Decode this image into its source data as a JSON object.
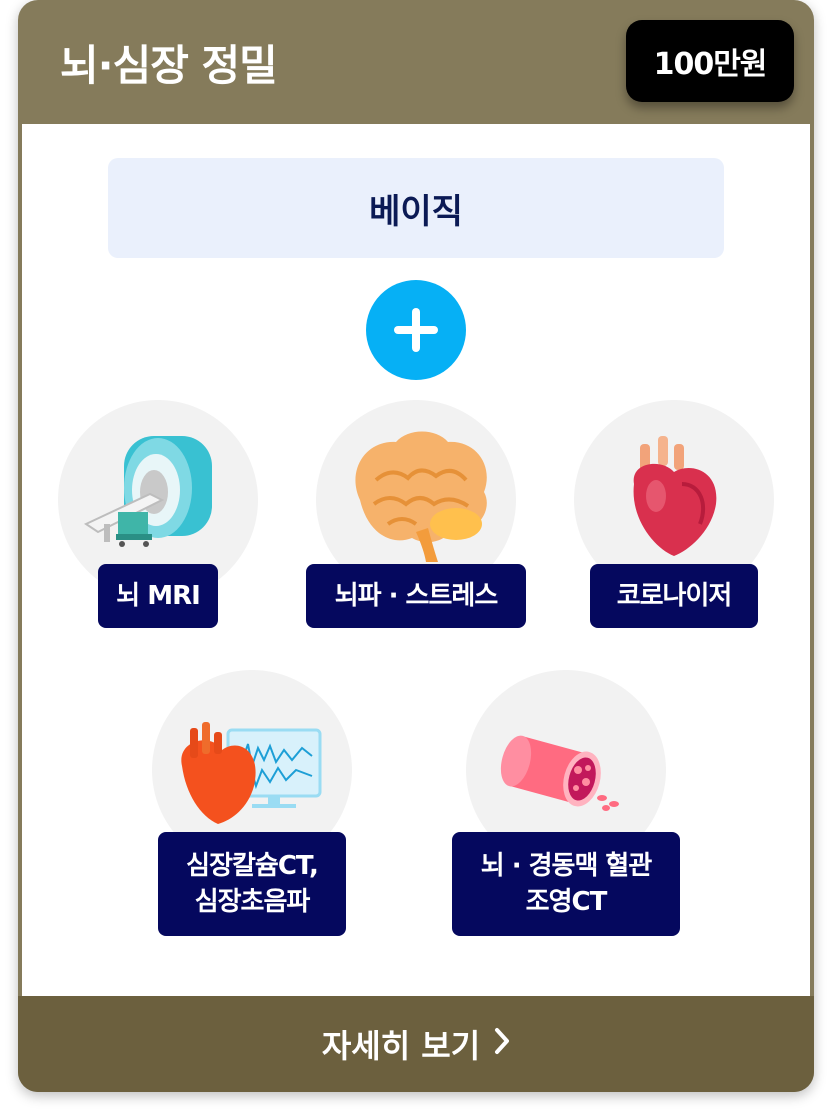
{
  "card": {
    "title": "뇌·심장 정밀",
    "price": "100만원",
    "basic_label": "베이직",
    "items": [
      {
        "label": "뇌 MRI",
        "icon": "mri-scanner-icon"
      },
      {
        "label": "뇌파 · 스트레스",
        "icon": "brain-icon"
      },
      {
        "label": "코로나이저",
        "icon": "heart-icon"
      },
      {
        "label_lines": [
          "심장칼슘CT,",
          "심장초음파"
        ],
        "icon": "heart-monitor-icon"
      },
      {
        "label_lines": [
          "뇌 · 경동맥 혈관",
          "조영CT"
        ],
        "icon": "blood-vessel-icon"
      }
    ],
    "footer_label": "자세히 보기"
  },
  "colors": {
    "header_bg": "#857b5b",
    "footer_bg": "#6c603e",
    "label_bg": "#05085e",
    "plus_bg": "#06b0f5",
    "basic_bg": "#eaf0fc"
  }
}
